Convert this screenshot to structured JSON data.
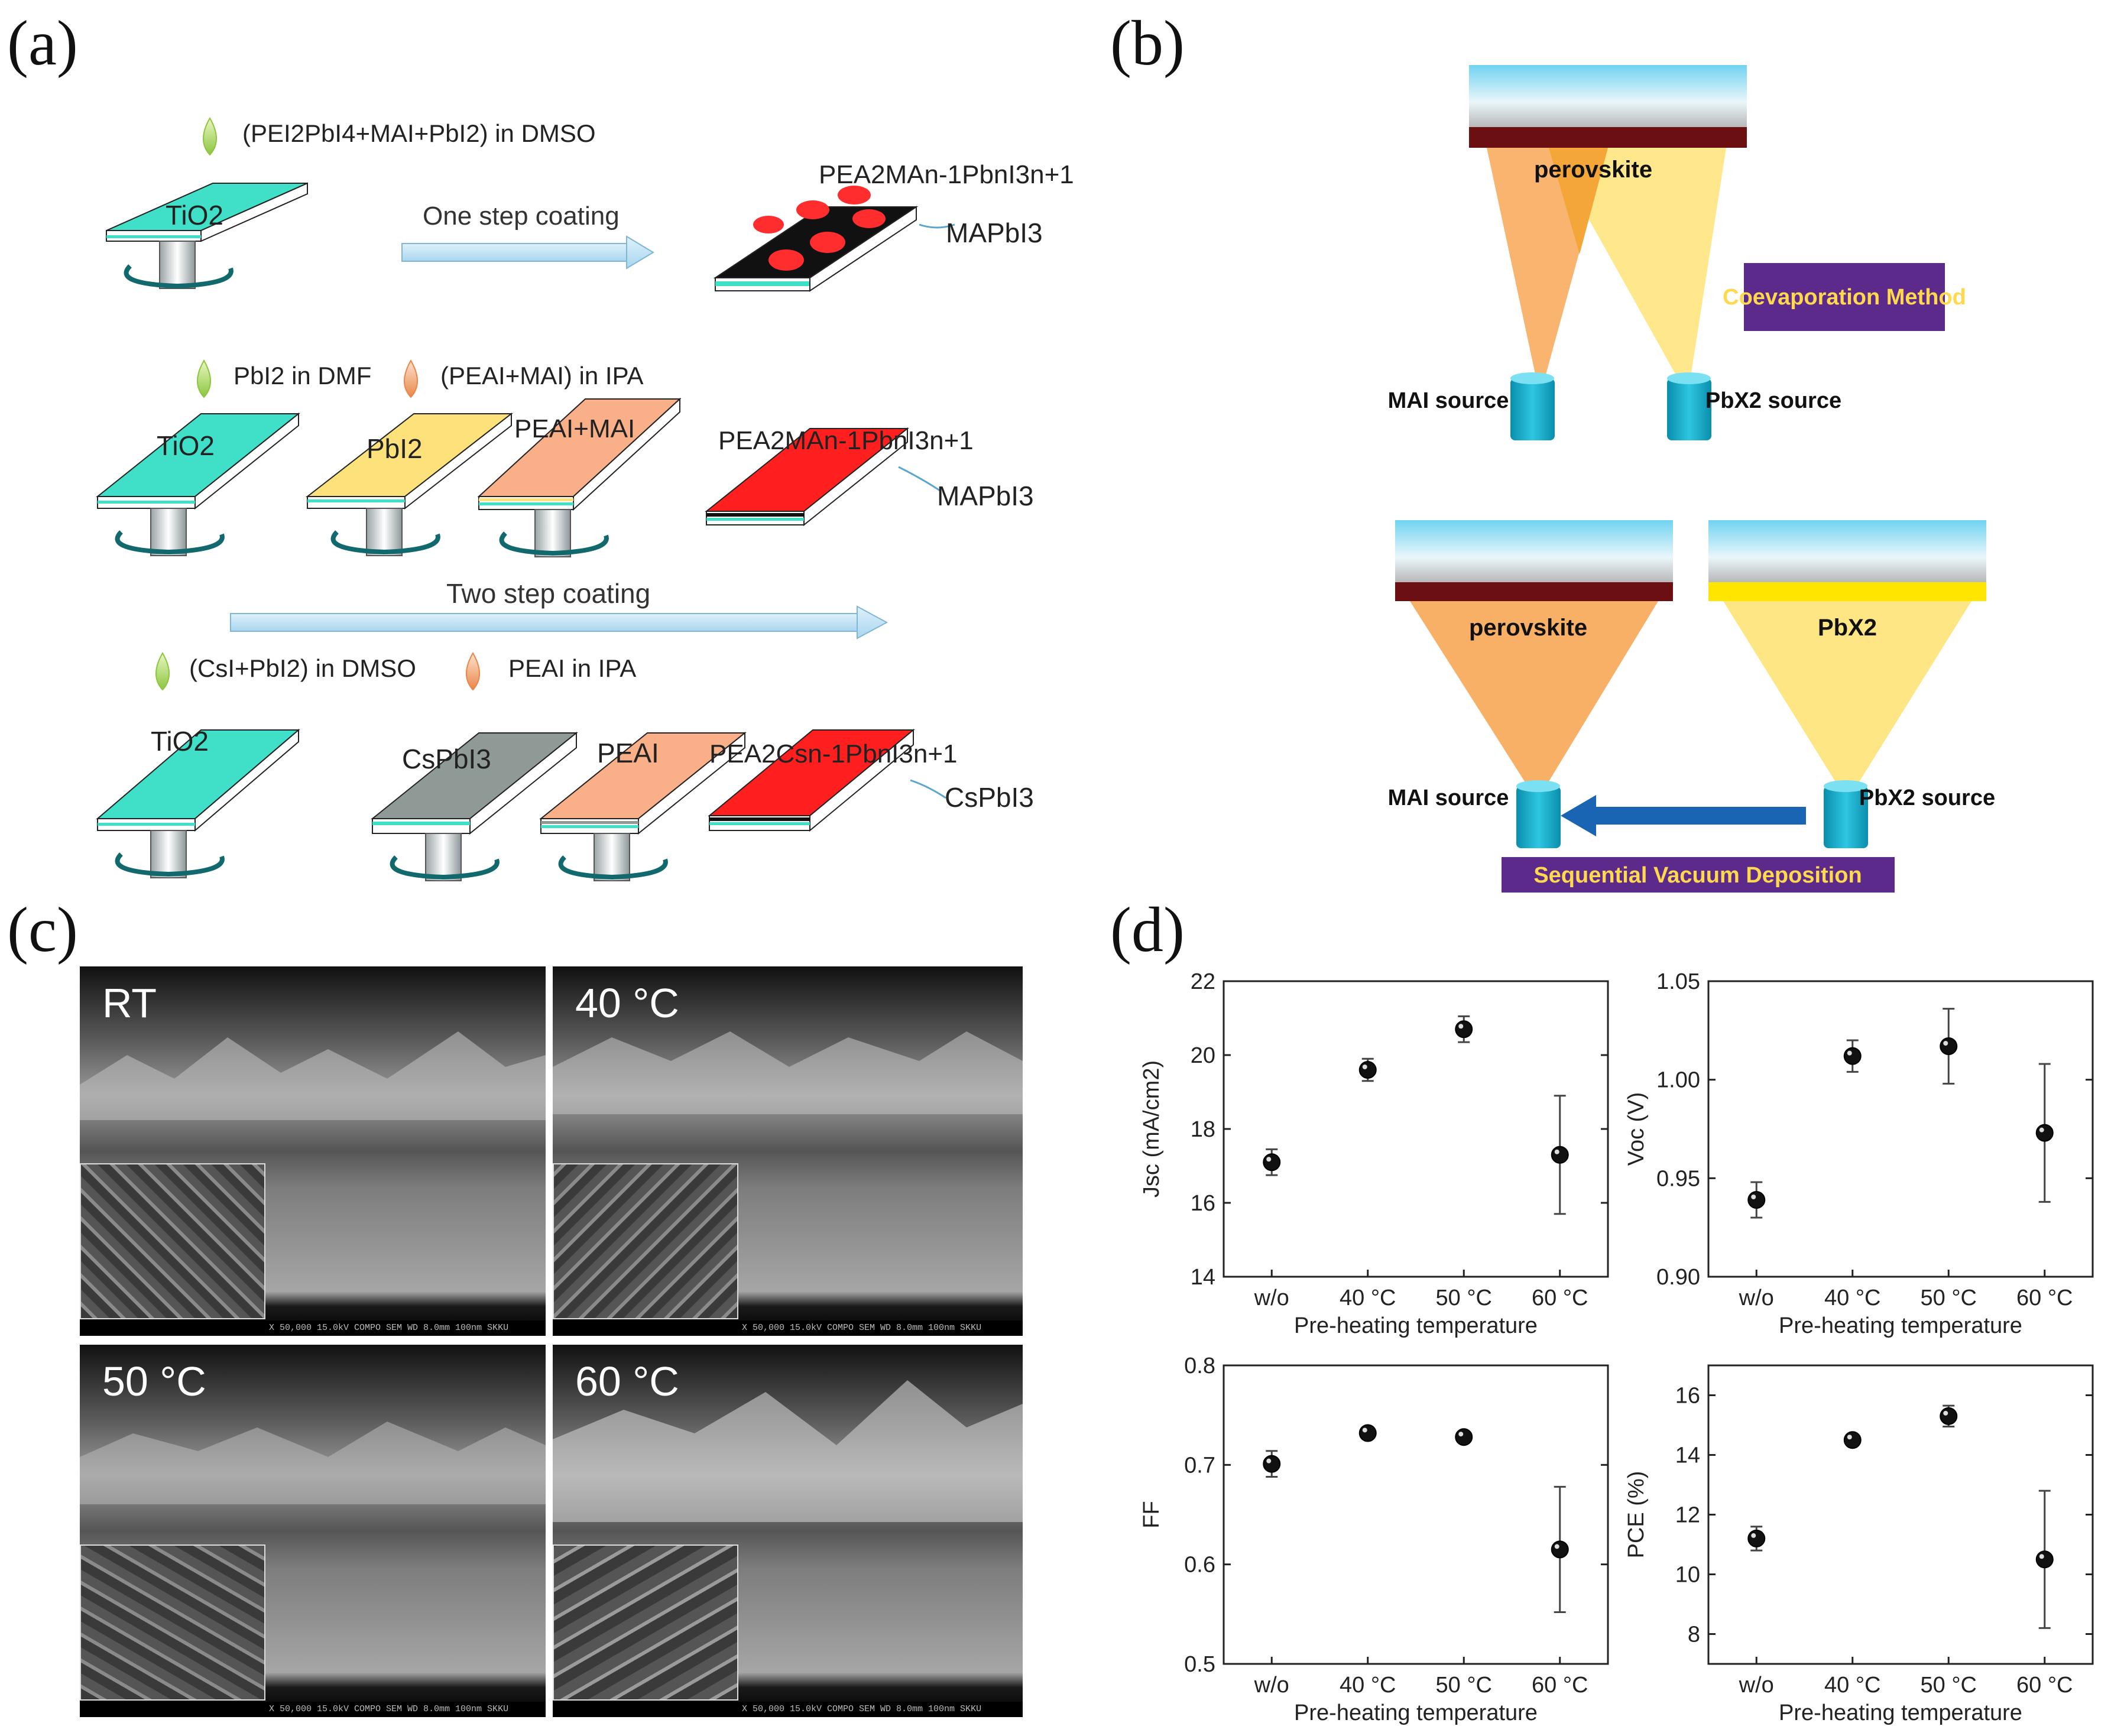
{
  "panels": {
    "a": "(a)",
    "b": "(b)",
    "c": "(c)",
    "d": "(d)"
  },
  "panel_a": {
    "row1_solution": "(PEI2PbI4+MAI+PbI2) in DMSO",
    "substrate": "TiO2",
    "one_step": "One step coating",
    "row1_product": "PEA2MAn-1PbnI3n+1",
    "row1_product2": "MAPbI3",
    "row2_sol1": "PbI2 in DMF",
    "row2_sol2": "(PEAI+MAI) in IPA",
    "pbi2": "PbI2",
    "peai_mai": "PEAI+MAI",
    "row2_product": "PEA2MAn-1PbnI3n+1",
    "row2_product2": "MAPbI3",
    "two_step": "Two step coating",
    "row3_sol1": "(CsI+PbI2) in DMSO",
    "row3_sol2": "PEAI in IPA",
    "cspbi3": "CsPbI3",
    "peai": "PEAI",
    "row3_product": "PEA2Csn-1PbnI3n+1",
    "row3_product2": "CsPbI3"
  },
  "panel_b": {
    "perovskite": "perovskite",
    "coevap": "Coevaporation Method",
    "mai_source": "MAI source",
    "pbx2_source": "PbX2 source",
    "perovskite2": "perovskite",
    "pbx2": "PbX2",
    "sequential": "Sequential Vacuum Deposition"
  },
  "panel_c": {
    "images": [
      "RT",
      "40 °C",
      "50 °C",
      "60 °C"
    ],
    "footer": "X 50,000   15.0kV COMPO  SEM   WD 8.0mm   100nm SKKU"
  },
  "chart_data": [
    {
      "type": "scatter",
      "ylabel": "Jsc (mA/cm2)",
      "xlabel": "Pre-heating temperature",
      "categories": [
        "w/o",
        "40 °C",
        "50 °C",
        "60 °C"
      ],
      "values": [
        17.1,
        19.6,
        20.7,
        17.3
      ],
      "errors": [
        0.35,
        0.3,
        0.35,
        1.6
      ],
      "ylim": [
        14,
        22
      ],
      "yticks": [
        "14",
        "16",
        "18",
        "20",
        "22"
      ]
    },
    {
      "type": "scatter",
      "ylabel": "Voc (V)",
      "xlabel": "Pre-heating temperature",
      "categories": [
        "w/o",
        "40 °C",
        "50 °C",
        "60 °C"
      ],
      "values": [
        0.939,
        1.012,
        1.017,
        0.973
      ],
      "errors": [
        0.009,
        0.008,
        0.019,
        0.035
      ],
      "ylim": [
        0.9,
        1.05
      ],
      "yticks": [
        "0.90",
        "0.95",
        "1.00",
        "1.05"
      ]
    },
    {
      "type": "scatter",
      "ylabel": "FF",
      "xlabel": "Pre-heating temperature",
      "categories": [
        "w/o",
        "40 °C",
        "50 °C",
        "60 °C"
      ],
      "values": [
        0.701,
        0.732,
        0.728,
        0.615
      ],
      "errors": [
        0.013,
        0.004,
        0.004,
        0.063
      ],
      "ylim": [
        0.5,
        0.8
      ],
      "yticks": [
        "0.5",
        "0.6",
        "0.7",
        "0.8"
      ]
    },
    {
      "type": "scatter",
      "ylabel": "PCE (%)",
      "xlabel": "Pre-heating temperature",
      "categories": [
        "w/o",
        "40 °C",
        "50 °C",
        "60 °C"
      ],
      "values": [
        11.2,
        14.5,
        15.3,
        10.5
      ],
      "errors": [
        0.4,
        0.15,
        0.35,
        2.3
      ],
      "ylim": [
        7,
        17
      ],
      "yticks": [
        "8",
        "10",
        "12",
        "14",
        "16"
      ]
    }
  ]
}
